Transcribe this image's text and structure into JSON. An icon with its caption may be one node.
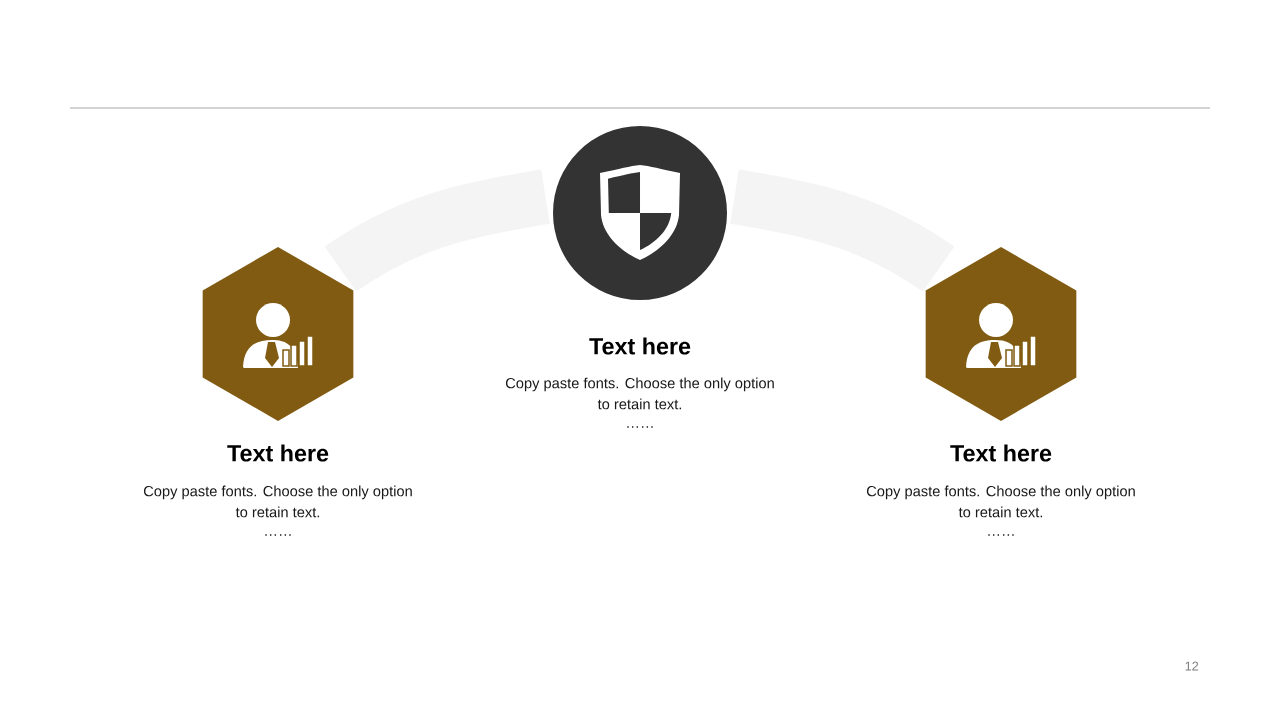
{
  "diagram": {
    "nodes": [
      {
        "text": [
          "Text here",
          "Copy paste fonts. Choose the only option to retain text.",
          "……"
        ]
      },
      {
        "text": [
          "Text here",
          "Copy paste fonts. Choose the only option to retain text.",
          "……"
        ]
      },
      {
        "text": [
          "Text here",
          "Copy paste fonts. Choose the only option to retain text.",
          "……"
        ]
      }
    ],
    "edges": [
      {
        "from": 0,
        "to": 1,
        "arrow": "none"
      },
      {
        "from": 1,
        "to": 2,
        "arrow": "none"
      }
    ],
    "labels": [
      "12"
    ]
  }
}
